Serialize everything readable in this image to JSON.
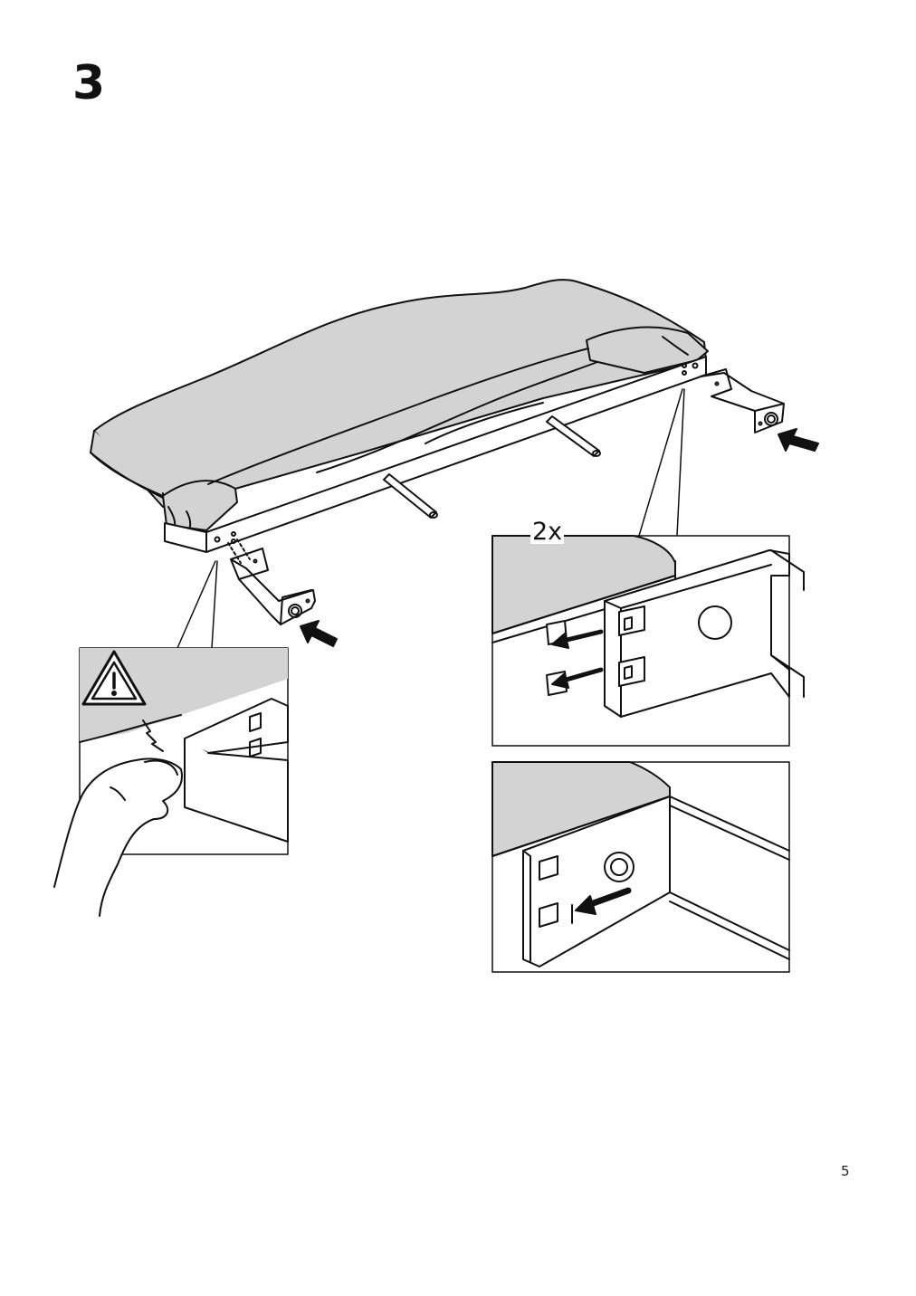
{
  "step": {
    "number": "3"
  },
  "detail": {
    "quantity": "2x"
  },
  "page": {
    "number": "5"
  },
  "icons": {
    "warning": "warning-triangle-icon",
    "arrow": "push-arrow-icon"
  },
  "colors": {
    "cushion": "#d3d3d3",
    "line": "#111111",
    "background": "#ffffff"
  }
}
